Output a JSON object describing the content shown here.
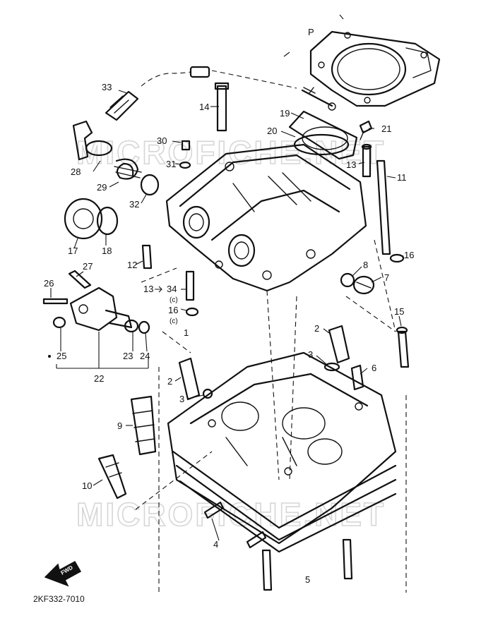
{
  "diagram": {
    "drawing_code": "2KF332-7010",
    "watermarks": [
      "MICROFICHE.NET",
      "MICROFICHE.NET"
    ],
    "fwd_arrow_label": "FWD",
    "callouts": [
      {
        "id": "P",
        "label": "P"
      },
      {
        "id": "33",
        "label": "33"
      },
      {
        "id": "14",
        "label": "14"
      },
      {
        "id": "19",
        "label": "19"
      },
      {
        "id": "20",
        "label": "20"
      },
      {
        "id": "21",
        "label": "21"
      },
      {
        "id": "30",
        "label": "30"
      },
      {
        "id": "31",
        "label": "31"
      },
      {
        "id": "13a",
        "label": "13"
      },
      {
        "id": "11",
        "label": "11"
      },
      {
        "id": "28",
        "label": "28"
      },
      {
        "id": "29",
        "label": "29"
      },
      {
        "id": "32",
        "label": "32"
      },
      {
        "id": "17",
        "label": "17"
      },
      {
        "id": "18",
        "label": "18"
      },
      {
        "id": "12",
        "label": "12"
      },
      {
        "id": "16a",
        "label": "16"
      },
      {
        "id": "8",
        "label": "8"
      },
      {
        "id": "7",
        "label": "7"
      },
      {
        "id": "27",
        "label": "27"
      },
      {
        "id": "26",
        "label": "26"
      },
      {
        "id": "13b",
        "label": "13"
      },
      {
        "id": "34",
        "label": "34"
      },
      {
        "id": "c1",
        "label": "(c)"
      },
      {
        "id": "16b",
        "label": "16"
      },
      {
        "id": "c2",
        "label": "(c)"
      },
      {
        "id": "15",
        "label": "15"
      },
      {
        "id": "2a",
        "label": "2"
      },
      {
        "id": "1",
        "label": "1"
      },
      {
        "id": "3a",
        "label": "3"
      },
      {
        "id": "25",
        "label": "25"
      },
      {
        "id": "23",
        "label": "23"
      },
      {
        "id": "24",
        "label": "24"
      },
      {
        "id": "22",
        "label": "22"
      },
      {
        "id": "6",
        "label": "6"
      },
      {
        "id": "2b",
        "label": "2"
      },
      {
        "id": "3b",
        "label": "3"
      },
      {
        "id": "9",
        "label": "9"
      },
      {
        "id": "10",
        "label": "10"
      },
      {
        "id": "4",
        "label": "4"
      },
      {
        "id": "5",
        "label": "5"
      }
    ]
  }
}
